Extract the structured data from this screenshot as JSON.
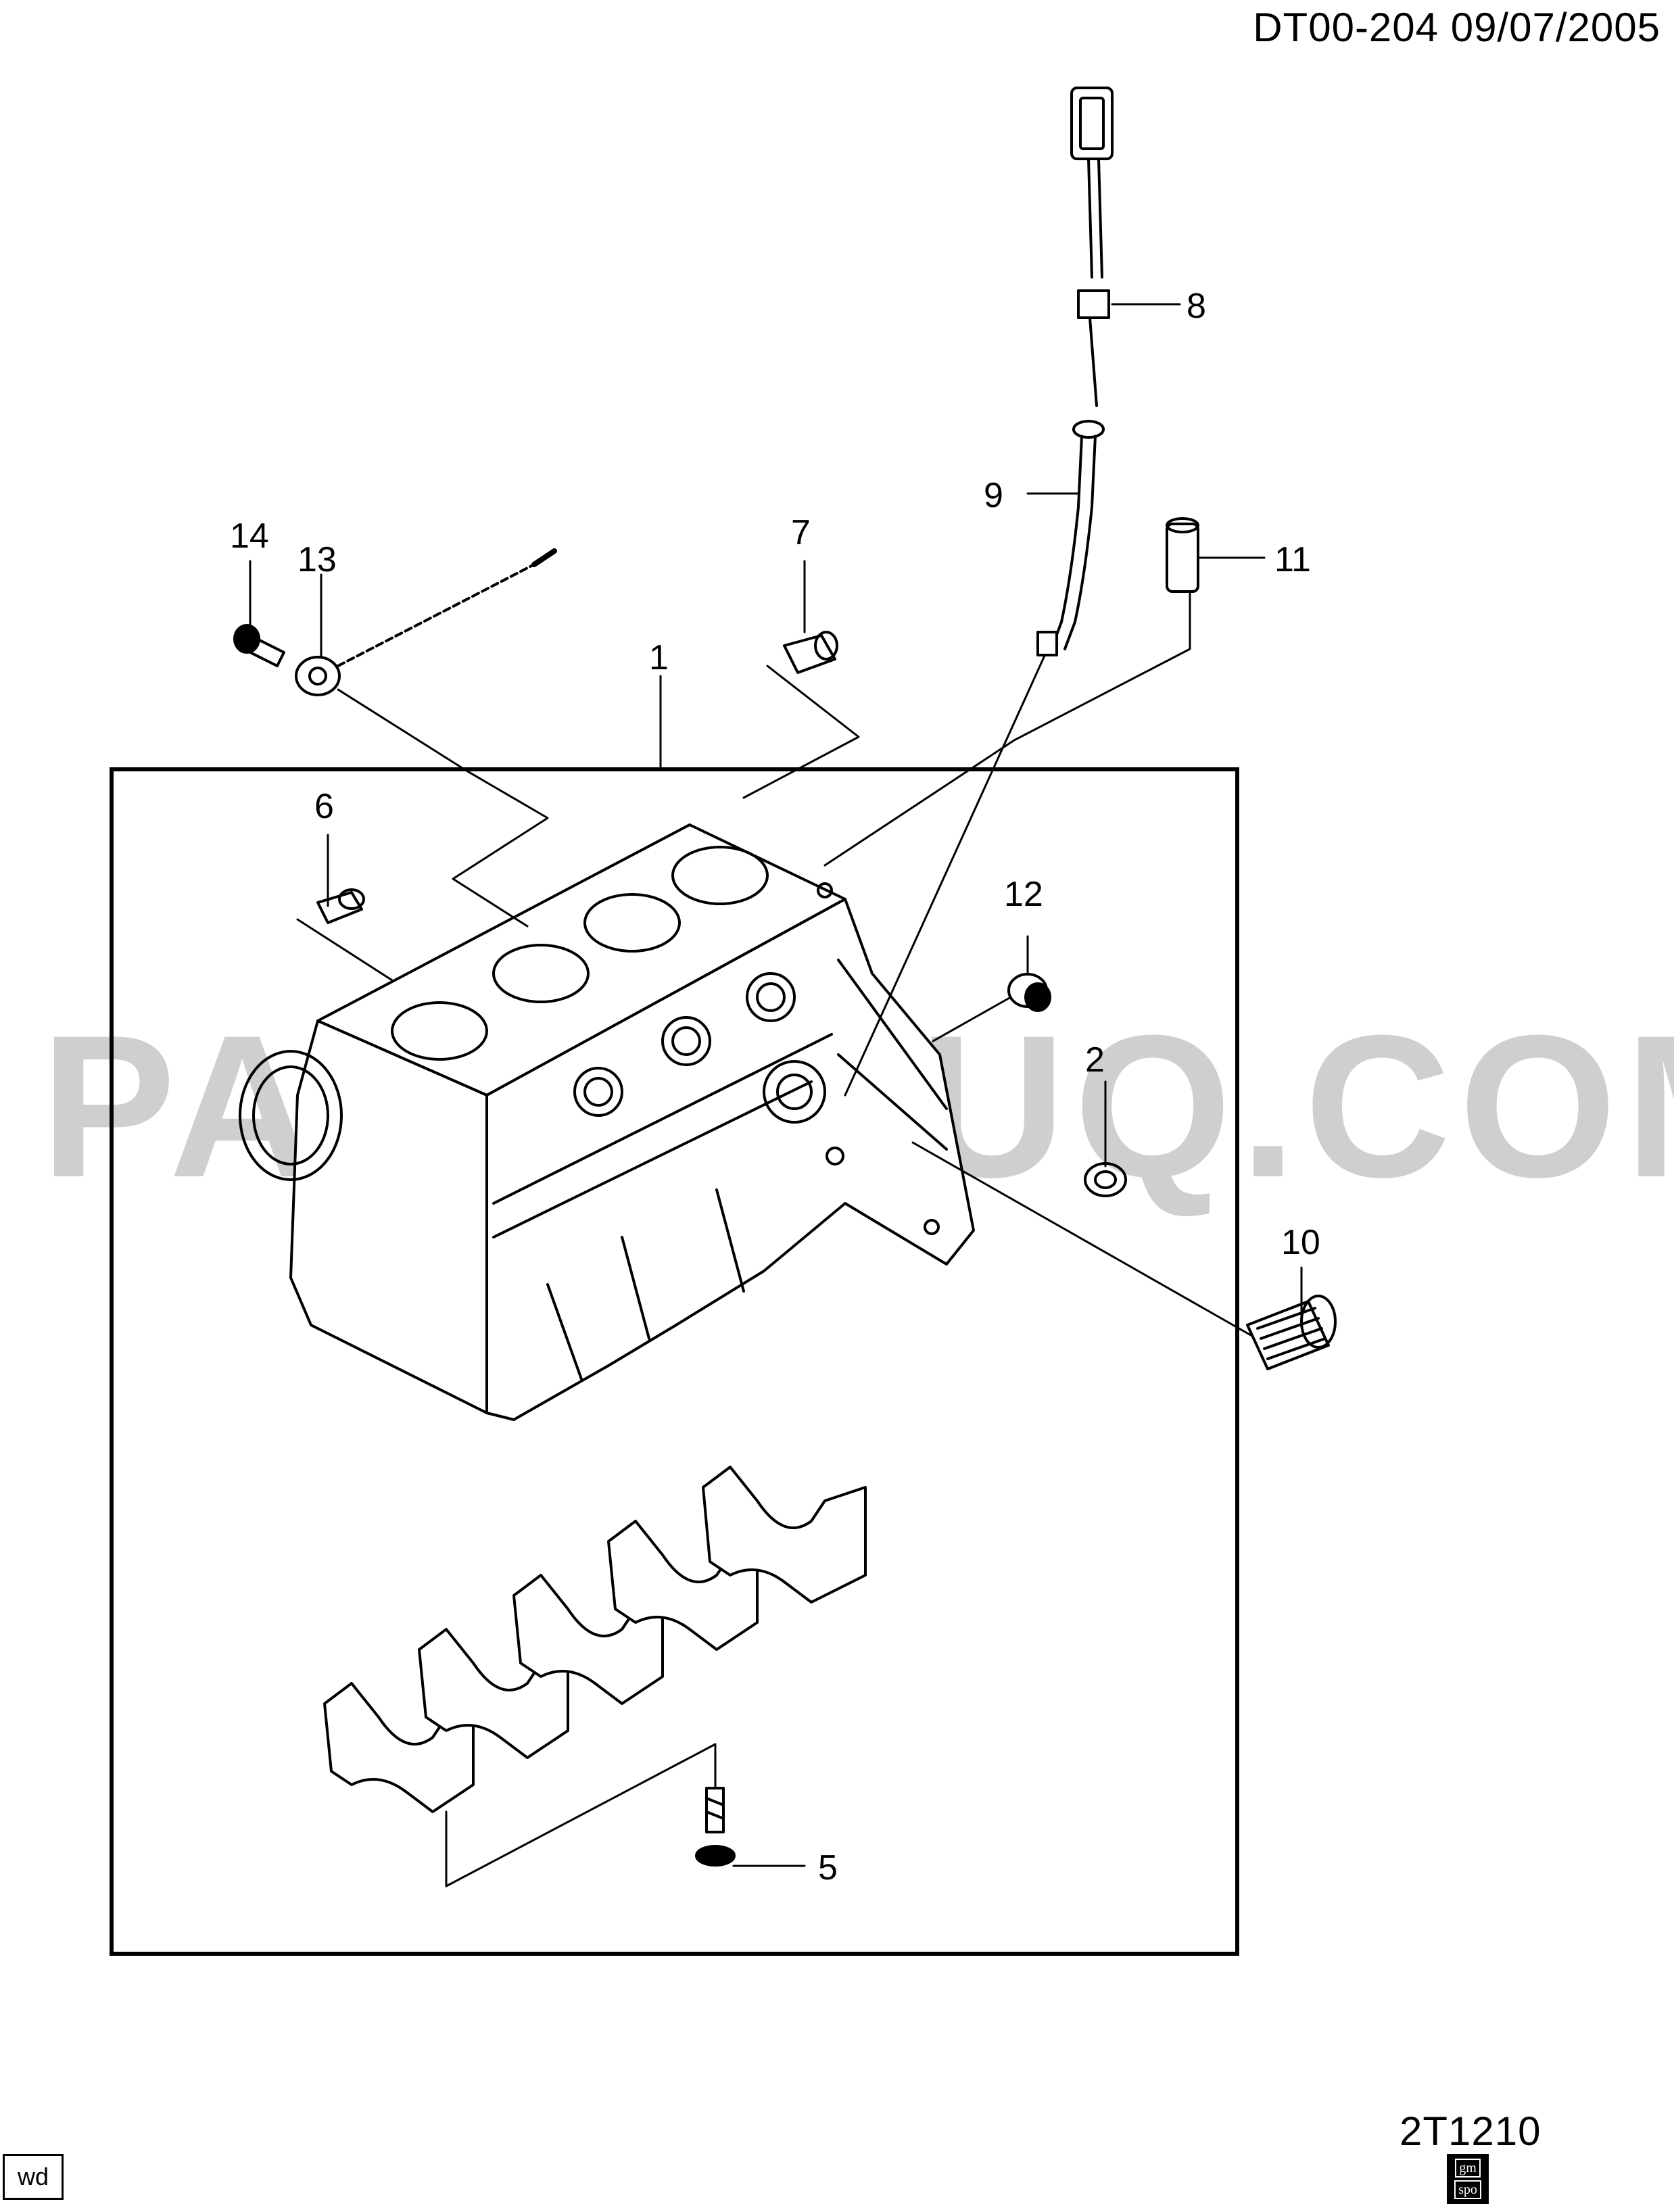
{
  "header": {
    "doc_code": "DT00-204  09/07/2005"
  },
  "figure_code": "2T1210",
  "footer": {
    "wd_label": "wd",
    "logo_top": "gm",
    "logo_bottom": "spo"
  },
  "watermark": "PARTSOUQ.COM",
  "callouts": [
    {
      "id": "1",
      "text": "1"
    },
    {
      "id": "2",
      "text": "2"
    },
    {
      "id": "5",
      "text": "5"
    },
    {
      "id": "6",
      "text": "6"
    },
    {
      "id": "7",
      "text": "7"
    },
    {
      "id": "8",
      "text": "8"
    },
    {
      "id": "9",
      "text": "9"
    },
    {
      "id": "10",
      "text": "10"
    },
    {
      "id": "11",
      "text": "11"
    },
    {
      "id": "12",
      "text": "12"
    },
    {
      "id": "13",
      "text": "13"
    },
    {
      "id": "14",
      "text": "14"
    }
  ]
}
